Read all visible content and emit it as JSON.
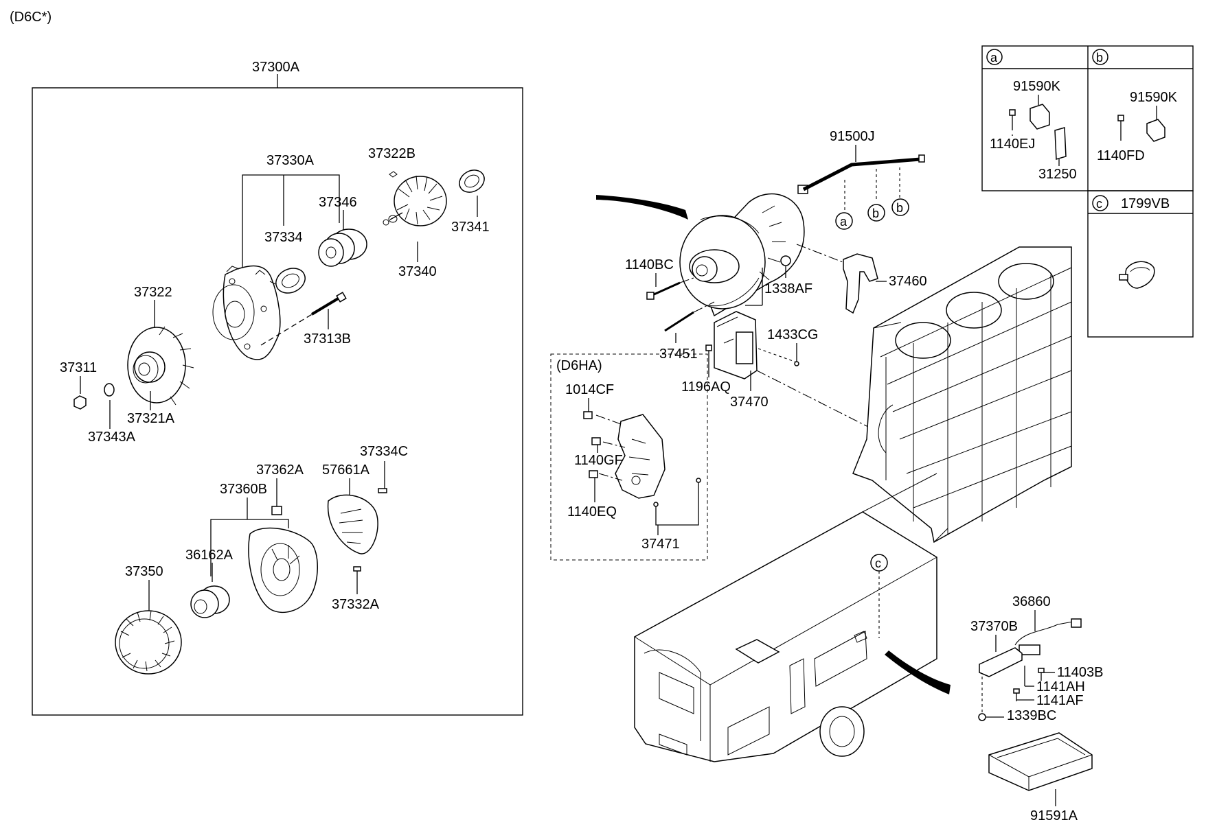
{
  "header": {
    "variant": "(D6C*)"
  },
  "assembly": {
    "label": "37300A"
  },
  "alt_labels": {
    "p37330A": "37330A",
    "p37322B": "37322B",
    "p37346": "37346",
    "p37341": "37341",
    "p37334": "37334",
    "p37340": "37340",
    "p37322": "37322",
    "p37313B": "37313B",
    "p37311": "37311",
    "p37321A": "37321A",
    "p37343A": "37343A",
    "p37334C": "37334C",
    "p37362A": "37362A",
    "p57661A": "57661A",
    "p37360B": "37360B",
    "p36162A": "36162A",
    "p37350": "37350",
    "p37332A": "37332A"
  },
  "mount_labels": {
    "p91500J": "91500J",
    "p1140BC": "1140BC",
    "p1338AF": "1338AF",
    "p37460": "37460",
    "p37451": "37451",
    "p1433CG": "1433CG",
    "p1196AQ": "1196AQ",
    "p37470": "37470"
  },
  "d6ha": {
    "title": "(D6HA)",
    "p1014CF": "1014CF",
    "p1140GF": "1140GF",
    "p1140EQ": "1140EQ",
    "p37471": "37471"
  },
  "callouts": {
    "a": "a",
    "b": "b",
    "c": "c"
  },
  "inset": {
    "a_letter": "a",
    "a_part1": "91590K",
    "a_part2": "1140EJ",
    "a_part3": "31250",
    "b_letter": "b",
    "b_part1": "91590K",
    "b_part2": "1140FD",
    "c_letter": "c",
    "c_part1": "1799VB"
  },
  "battery_labels": {
    "p36860": "36860",
    "p37370B": "37370B",
    "p11403B": "11403B",
    "p1141AH": "1141AH",
    "p1141AF": "1141AF",
    "p1339BC": "1339BC",
    "p91591A": "91591A"
  }
}
